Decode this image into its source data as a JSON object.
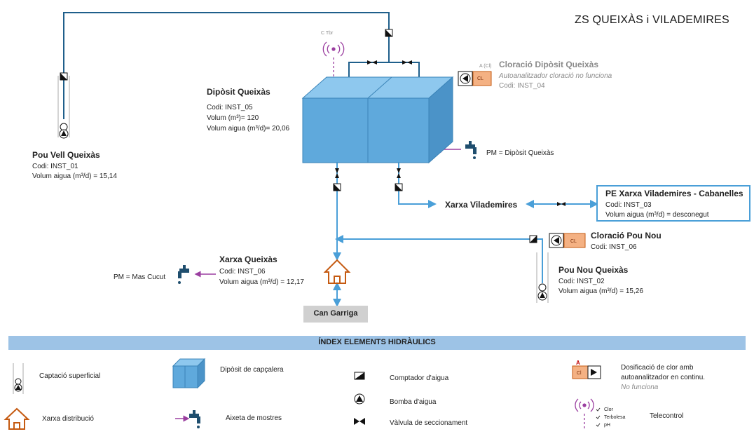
{
  "title": "ZS QUEIXÀS i VILADEMIRES",
  "pou_vell": {
    "name": "Pou Vell Queixàs",
    "code": "Codi: INST_01",
    "volume": "Volum aigua (m³/d) = 15,14"
  },
  "diposit": {
    "name": "Dipòsit Queixàs",
    "code": "Codi: INST_05",
    "capacity": "Volum (m³)= 120",
    "volume": "Volum aigua (m³/d)= 20,06"
  },
  "cloracio_diposit": {
    "name": "Cloració Dipòsit Queixàs",
    "note": "Autoanalitzador cloració no funciona",
    "code": "Codi: INST_04",
    "marker": "A (Cl)"
  },
  "telecontrol_tag": "C   Tbr",
  "pm_diposit": "PM = Dipòsit Queixàs",
  "xarxa_vilademires": "Xarxa Vilademires",
  "pe_xarxa": {
    "name": "PE Xarxa Vilademires - Cabanelles",
    "code": "Codi: INST_03",
    "volume": "Volum aigua (m³/d) = desconegut"
  },
  "cloracio_pou_nou": {
    "name": "Cloració Pou Nou",
    "code": "Codi: INST_06"
  },
  "pou_nou": {
    "name": "Pou Nou Queixàs",
    "code": "Codi: INST_02",
    "volume": "Volum aigua (m³/d) = 15,26"
  },
  "xarxa_queixas": {
    "name": "Xarxa Queixàs",
    "code": "Codi: INST_06",
    "volume": "Volum aigua (m³/d) = 12,17"
  },
  "pm_mas_cucut": "PM = Mas Cucut",
  "can_garriga": "Can Garriga",
  "chlorinator_label": "CL",
  "legend": {
    "header": "ÍNDEX ELEMENTS HIDRÀULICS",
    "captacio": "Captació superficial",
    "xarxa": "Xarxa distribució",
    "diposit": "Dipòsit de capçalera",
    "aixeta": "Aixeta de mostres",
    "comptador": "Comptador d'aigua",
    "bomba": "Bomba d'aigua",
    "valvula": "Vàlvula de seccionament",
    "dosificacio_line1": "Dosificació de clor amb",
    "dosificacio_line2": "autoanalitzador en continu.",
    "dosificacio_note": "No funciona",
    "dosificacio_marker": "A",
    "dosificacio_tag": "Cl",
    "telecontrol": "Telecontrol",
    "telecontrol_items": [
      "Clor",
      "Terbolesa",
      "pH"
    ]
  },
  "colors": {
    "pipe": "#4a9fd8",
    "pipe_dark": "#1f5f8b",
    "tank_front": "#5fa9dc",
    "tank_top": "#8ec8ee",
    "tank_side": "#4b93c8",
    "chlorine": "#f4b183",
    "purple": "#9b3fa0",
    "legend_bar": "#9dc3e6",
    "grey_box": "#d0d0d0"
  }
}
